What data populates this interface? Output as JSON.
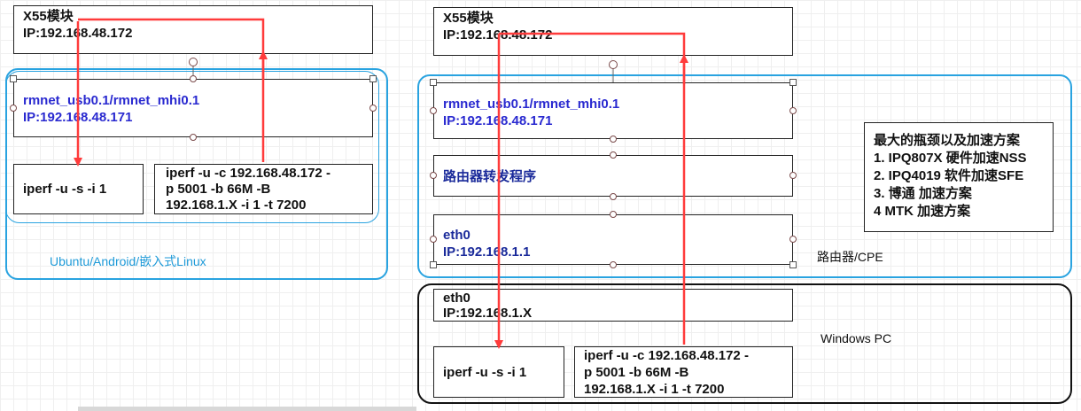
{
  "left": {
    "module": {
      "title": "X55模块",
      "ip": "IP:192.168.48.172"
    },
    "netif": {
      "name": "rmnet_usb0.1/rmnet_mhi0.1",
      "ip": "IP:192.168.48.171"
    },
    "server_cmd": "iperf -u -s -i 1",
    "client_cmd": {
      "line1": "iperf -u -c 192.168.48.172 -",
      "line2": "p 5001 -b 66M -B",
      "line3": "192.168.1.X -i 1 -t 7200"
    },
    "host_label": "Ubuntu/Android/嵌入式Linux"
  },
  "right": {
    "module": {
      "title": "X55模块",
      "ip": "IP:192.168.48.172"
    },
    "netif": {
      "name": "rmnet_usb0.1/rmnet_mhi0.1",
      "ip": "IP:192.168.48.171"
    },
    "forwarder": "路由器转发程序",
    "router_eth": {
      "name": "eth0",
      "ip": "IP:192.168.1.1"
    },
    "router_label": "路由器/CPE",
    "notes": {
      "title": "最大的瓶颈以及加速方案",
      "items": [
        "1. IPQ807X 硬件加速NSS",
        "2. IPQ4019 软件加速SFE",
        "3. 博通 加速方案",
        "4 MTK 加速方案"
      ]
    },
    "pc_eth": {
      "name": "eth0",
      "ip": "IP:192.168.1.X"
    },
    "pc_label": "Windows PC",
    "server_cmd": "iperf -u -s -i 1",
    "client_cmd": {
      "line1": "iperf -u -c 192.168.48.172 -",
      "line2": "p 5001 -b 66M -B",
      "line3": "192.168.1.X -i 1 -t 7200"
    }
  },
  "colors": {
    "arrow": "#ff3b3b",
    "region_cyan": "#29a3e0",
    "iface_text": "#2a2ad0",
    "router_text": "#1a2a9a"
  }
}
